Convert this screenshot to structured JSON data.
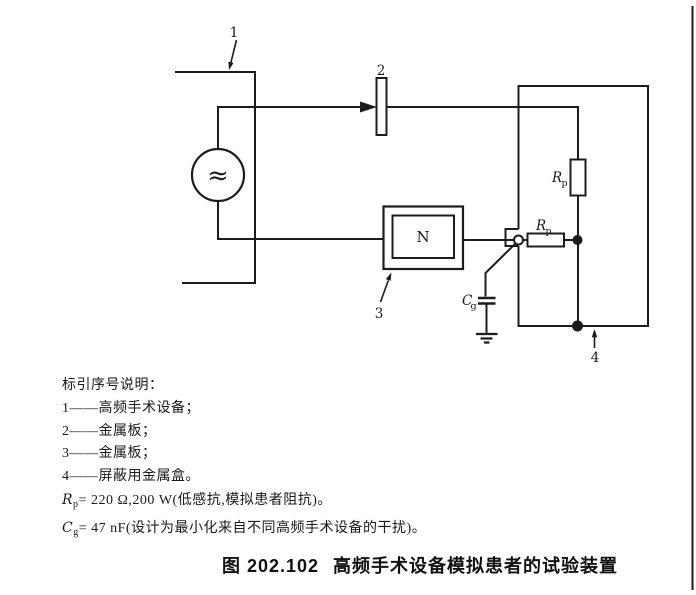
{
  "figure": {
    "number": "图 202.102",
    "title": "高频手术设备模拟患者的试验装置"
  },
  "diagram": {
    "callouts": [
      "1",
      "2",
      "3",
      "4"
    ],
    "source_symbol": "≈",
    "n_label": "N",
    "rp_vertical": {
      "sym": "R",
      "sub": "p"
    },
    "rp_horizontal": {
      "sym": "R",
      "sub": "p"
    },
    "cg": {
      "sym": "C",
      "sub": "g"
    },
    "line_color": "#1c1c1c"
  },
  "legend": {
    "heading": "标引序号说明：",
    "items": [
      "1——高频手术设备；",
      "2——金属板；",
      "3——金属板；",
      "4——屏蔽用金属盒。"
    ],
    "rp": {
      "sym": "R",
      "sub": "p",
      "text": "= 220 Ω,200 W(低感抗,模拟患者阻抗)。"
    },
    "cg": {
      "sym": "C",
      "sub": "g",
      "text": "= 47 nF(设计为最小化来自不同高频手术设备的干扰)。"
    }
  }
}
